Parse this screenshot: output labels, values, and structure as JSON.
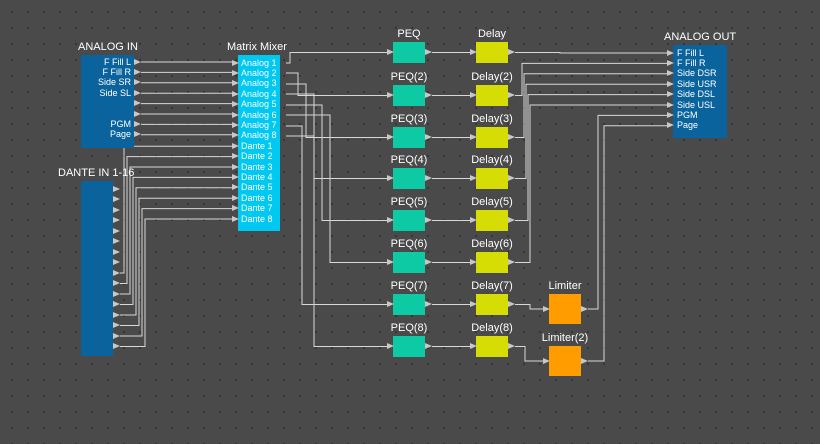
{
  "colors": {
    "canvas": "#4a4a4a",
    "io_block": "#0a639c",
    "matrix_mixer": "#00c8f0",
    "peq": "#0dc9a4",
    "delay": "#d6dd04",
    "limiter": "#ff9d00",
    "wire": "#d8d8d8",
    "port": "#c8c8c8"
  },
  "analog_in": {
    "title": "ANALOG IN",
    "ports": [
      "F Fill L",
      "F Fill R",
      "Side SR",
      "Side SL",
      "",
      "",
      "PGM",
      "Page"
    ]
  },
  "dante_in": {
    "title": "DANTE IN 1-16",
    "port_count": 16
  },
  "matrix_mixer": {
    "title": "Matrix Mixer",
    "inputs": [
      "Analog 1",
      "Analog 2",
      "Analog 3",
      "Analog 4",
      "Analog 5",
      "Analog 6",
      "Analog 7",
      "Analog 8",
      "Dante 1",
      "Dante 2",
      "Dante 3",
      "Dante 4",
      "Dante 5",
      "Dante 6",
      "Dante 7",
      "Dante 8"
    ]
  },
  "peq_blocks": [
    "PEQ",
    "PEQ(2)",
    "PEQ(3)",
    "PEQ(4)",
    "PEQ(5)",
    "PEQ(6)",
    "PEQ(7)",
    "PEQ(8)"
  ],
  "delay_blocks": [
    "Delay",
    "Delay(2)",
    "Delay(3)",
    "Delay(4)",
    "Delay(5)",
    "Delay(6)",
    "Delay(7)",
    "Delay(8)"
  ],
  "limiter_blocks": [
    "Limiter",
    "Limiter(2)"
  ],
  "analog_out": {
    "title": "ANALOG OUT",
    "ports": [
      "F Fill L",
      "F Fill R",
      "Side DSR",
      "Side USR",
      "Side DSL",
      "Side USL",
      "PGM",
      "Page"
    ]
  }
}
